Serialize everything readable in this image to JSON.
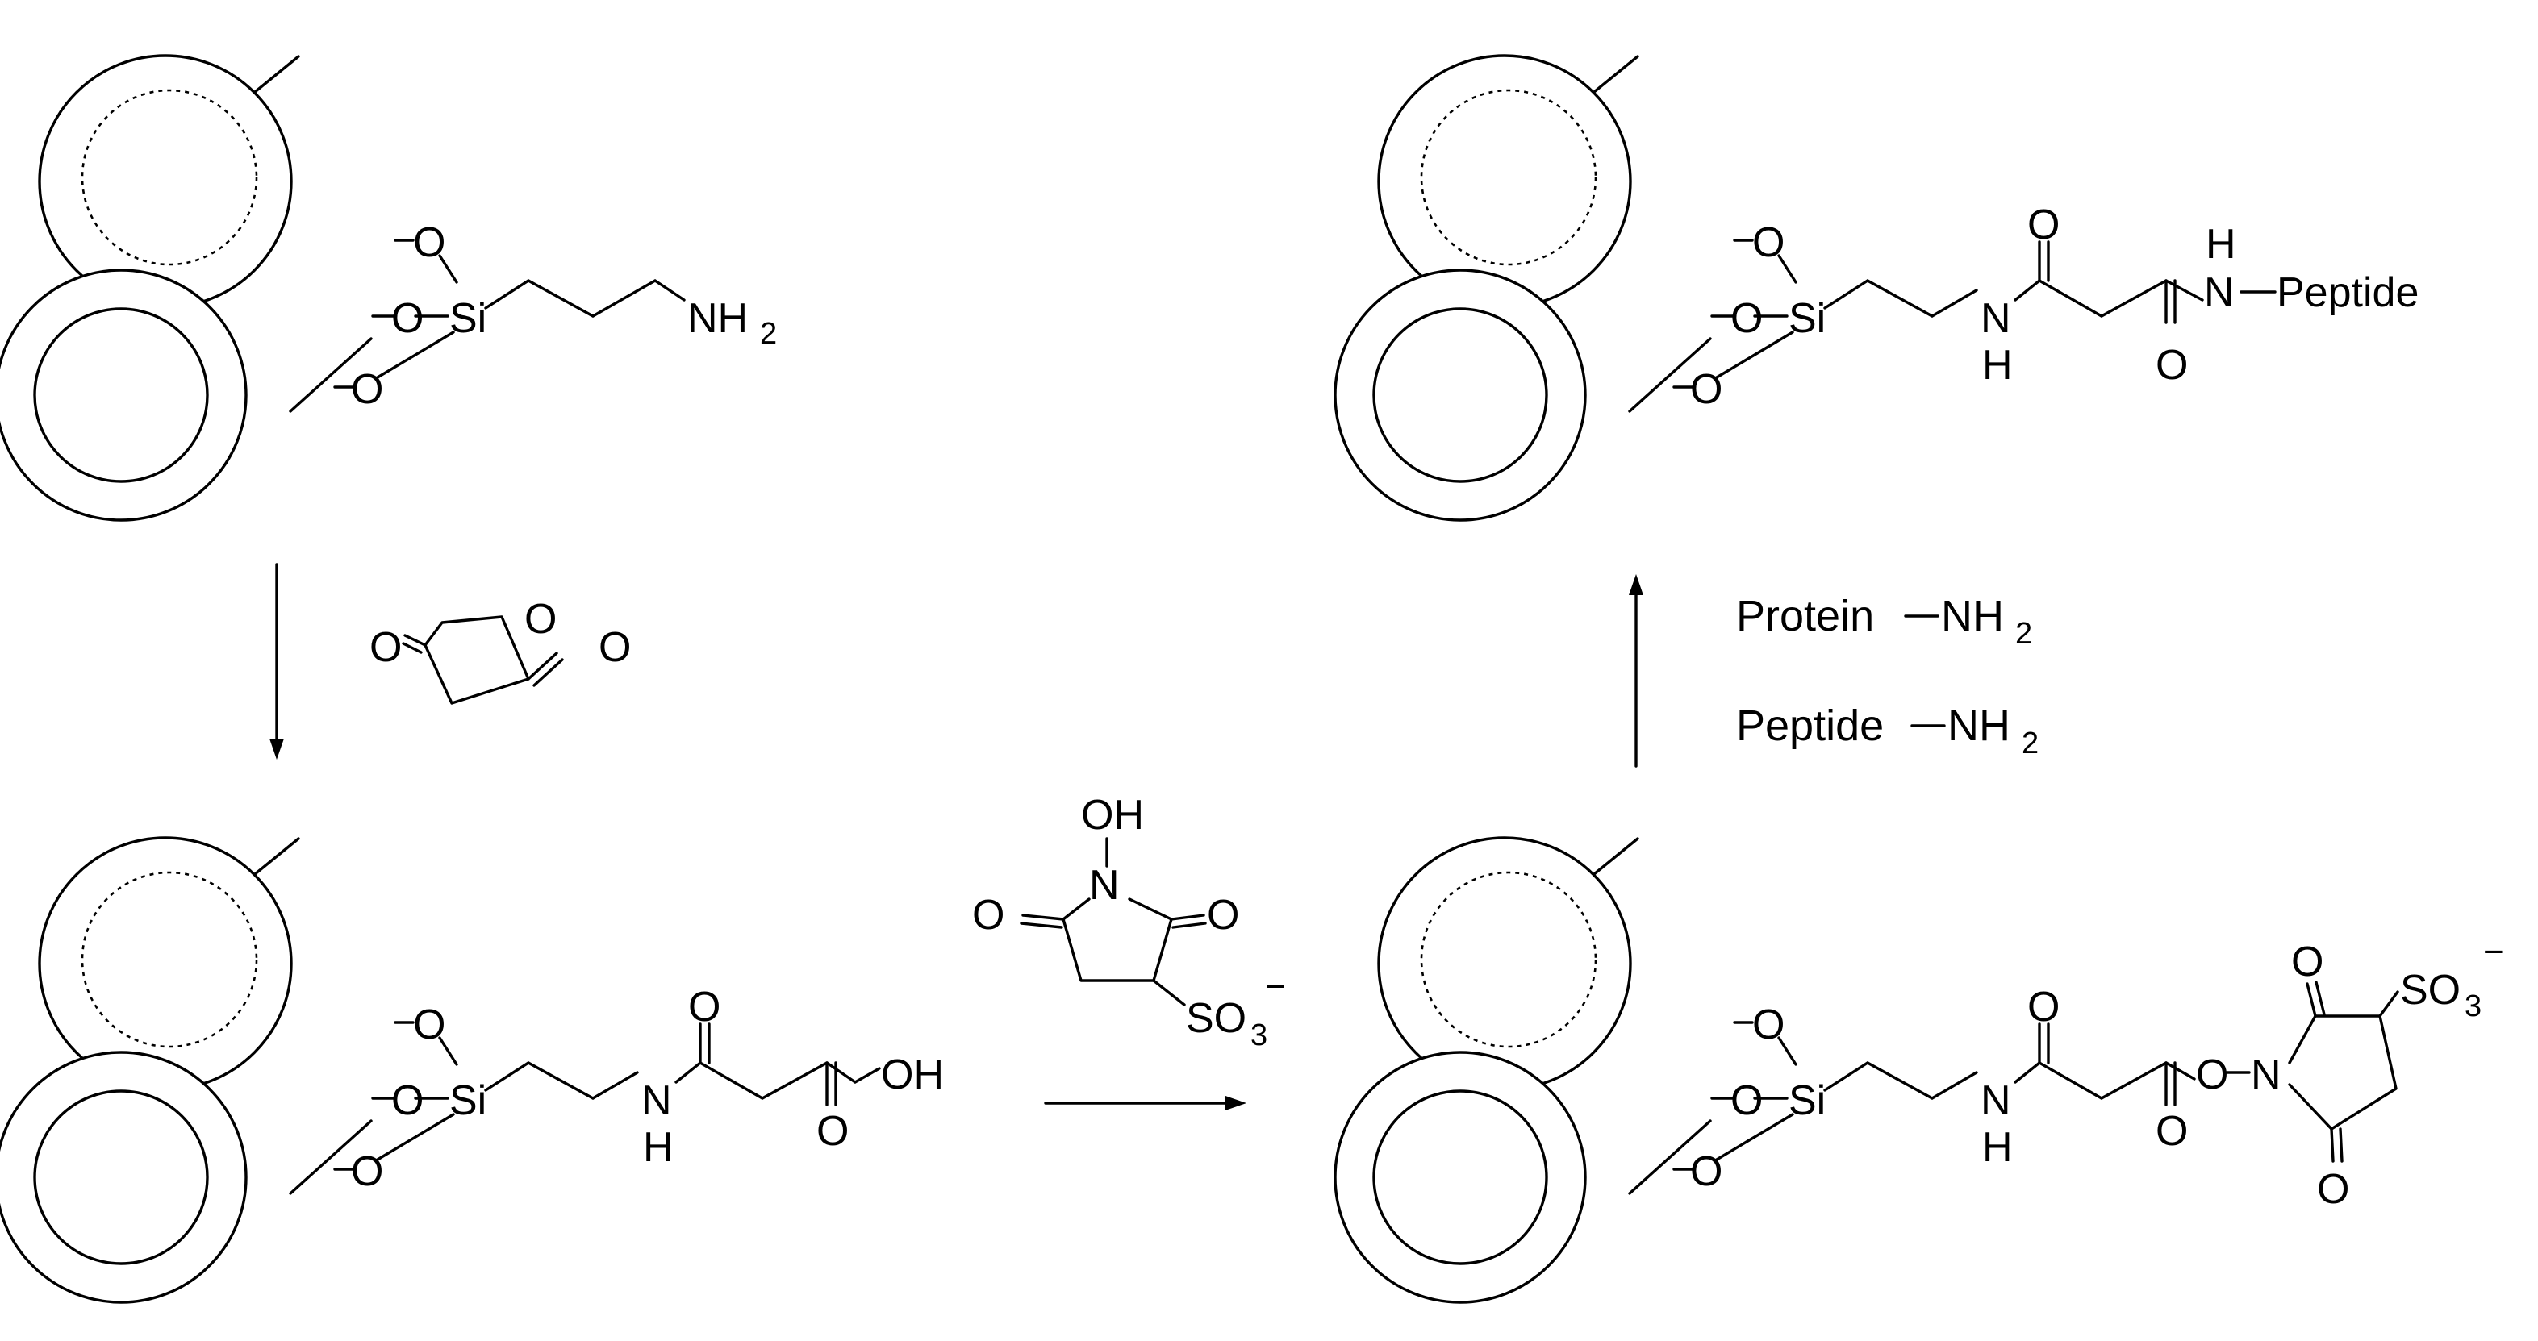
{
  "atoms": {
    "oxygen": "O",
    "silicon": "Si",
    "nitrogen": "N",
    "hydrogen": "H",
    "amine": "NH",
    "hydroxyl": "OH",
    "sulfonate": "SO",
    "sub_two": "2",
    "sub_three": "3",
    "minus": "−",
    "peptide": "Peptide"
  },
  "reagents": {
    "protein_amine": "Protein",
    "peptide_amine": "Peptide",
    "amine_group": "NH",
    "sub_two": "2"
  },
  "colors": {
    "ink": "#000000",
    "background": "#ffffff"
  }
}
